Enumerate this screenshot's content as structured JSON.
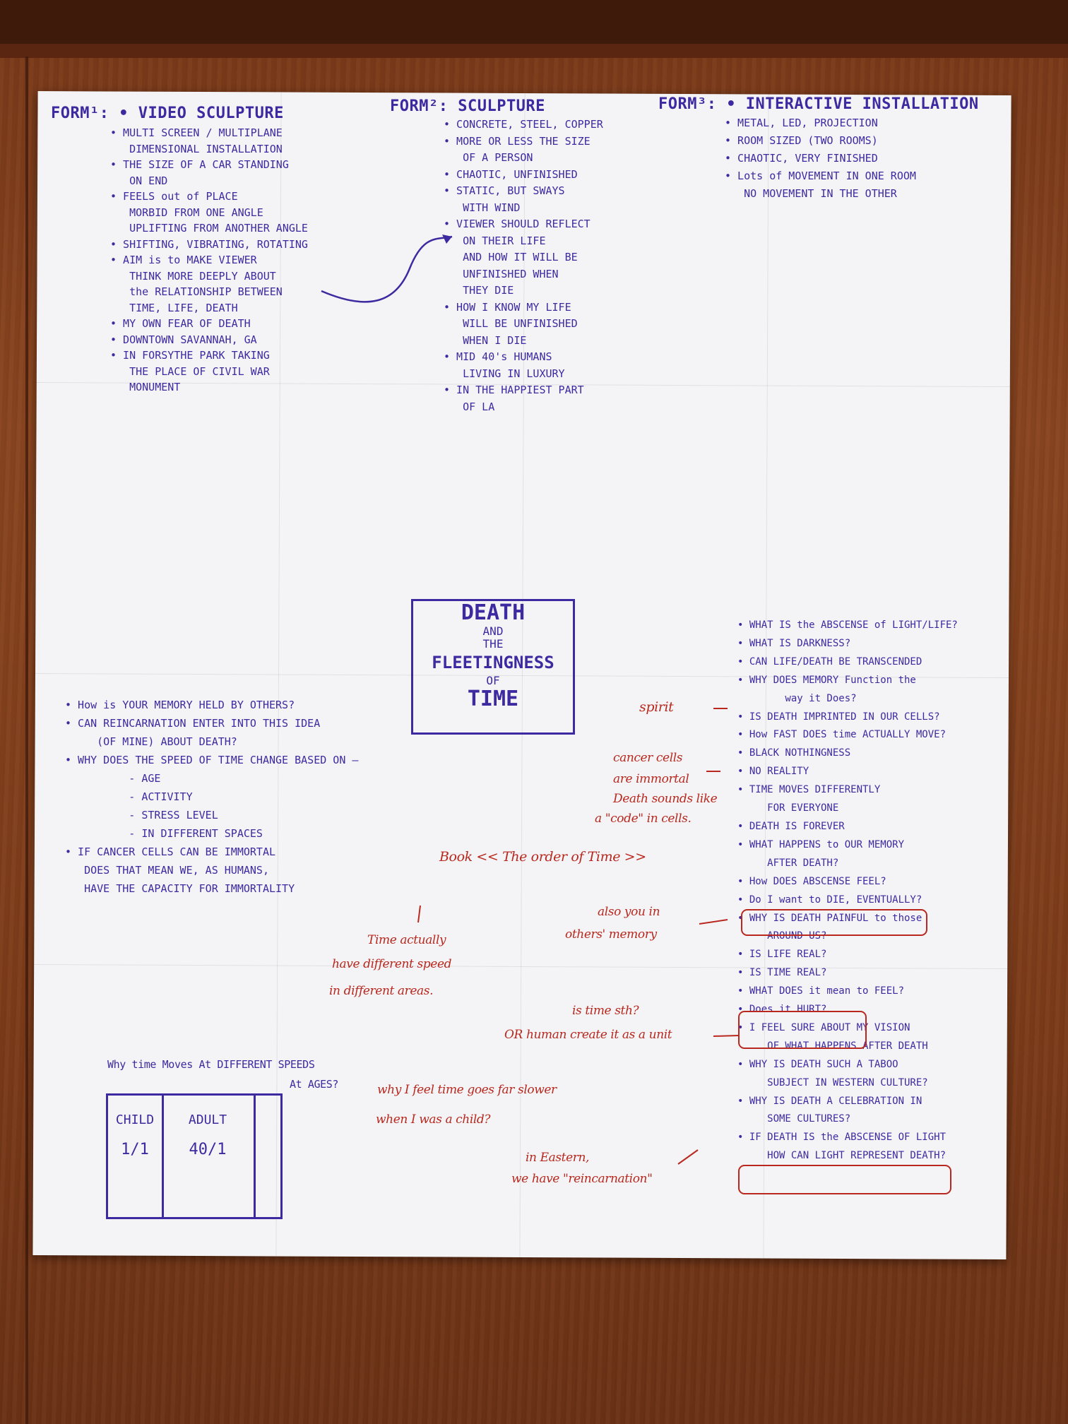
{
  "form1": {
    "heading": "FORM¹: • VIDEO SCULPTURE",
    "lines": [
      "• MULTI SCREEN / MULTIPLANE",
      "   DIMENSIONAL INSTALLATION",
      "• THE SIZE OF A CAR STANDING",
      "   ON END",
      "• FEELS out of PLACE",
      "   MORBID FROM ONE ANGLE",
      "   UPLIFTING FROM ANOTHER ANGLE",
      "• SHIFTING, VIBRATING, ROTATING",
      "• AIM is to MAKE VIEWER",
      "   THINK MORE DEEPLY ABOUT",
      "   the RELATIONSHIP BETWEEN",
      "   TIME, LIFE, DEATH",
      "• MY OWN FEAR OF DEATH",
      "• DOWNTOWN SAVANNAH, GA",
      "• IN FORSYTHE PARK TAKING",
      "   THE PLACE OF CIVIL WAR",
      "   MONUMENT"
    ]
  },
  "form2": {
    "heading": "FORM²: SCULPTURE",
    "lines": [
      "• CONCRETE, STEEL, COPPER",
      "• MORE OR LESS THE SIZE",
      "   OF A PERSON",
      "• CHAOTIC, UNFINISHED",
      "• STATIC, BUT SWAYS",
      "   WITH WIND",
      "• VIEWER SHOULD REFLECT",
      "   ON THEIR LIFE",
      "   AND HOW IT WILL BE",
      "   UNFINISHED WHEN",
      "   THEY DIE",
      "• HOW I KNOW MY LIFE",
      "   WILL BE UNFINISHED",
      "   WHEN I DIE",
      "• MID 40's HUMANS",
      "   LIVING IN LUXURY",
      "• IN THE HAPPIEST PART",
      "   OF LA"
    ]
  },
  "form3": {
    "heading": "FORM³: • INTERACTIVE INSTALLATION",
    "lines": [
      "• METAL, LED, PROJECTION",
      "• ROOM SIZED (TWO ROOMS)",
      "• CHAOTIC, VERY FINISHED",
      "• Lots of MOVEMENT IN ONE ROOM",
      "   NO MOVEMENT IN THE OTHER"
    ]
  },
  "title": {
    "line1": "DEATH",
    "line2": "AND",
    "line3": "THE",
    "line4": "FLEETINGNESS",
    "line5": "OF",
    "line6": "TIME"
  },
  "left_questions": [
    "• How is YOUR MEMORY HELD BY OTHERS?",
    "• CAN REINCARNATION ENTER INTO THIS IDEA",
    "     (OF MINE) ABOUT DEATH?",
    "• WHY DOES THE SPEED OF TIME CHANGE BASED ON —",
    "          - AGE",
    "          - ACTIVITY",
    "          - STRESS LEVEL",
    "          - IN DIFFERENT SPACES",
    "• IF CANCER CELLS CAN BE IMMORTAL",
    "   DOES THAT MEAN WE, AS HUMANS,",
    "   HAVE THE CAPACITY FOR IMMORTALITY"
  ],
  "right_questions": [
    "• WHAT IS the ABSCENSE of LIGHT/LIFE?",
    "• WHAT IS DARKNESS?",
    "• CAN LIFE/DEATH BE TRANSCENDED",
    "• WHY DOES MEMORY Function the",
    "        way it Does?",
    "• IS DEATH IMPRINTED IN OUR CELLS?",
    "• How FAST DOES time ACTUALLY MOVE?",
    "• BLACK NOTHINGNESS",
    "• NO REALITY",
    "• TIME MOVES DIFFERENTLY",
    "     FOR EVERYONE",
    "• DEATH IS FOREVER",
    "• WHAT HAPPENS to OUR MEMORY",
    "     AFTER DEATH?",
    "• How DOES ABSCENSE FEEL?",
    "• Do I want to DIE, EVENTUALLY?",
    "• WHY IS DEATH PAINFUL to those",
    "     AROUND US?",
    "• IS LIFE REAL?",
    "• IS TIME REAL?",
    "• WHAT DOES it mean to FEEL?",
    "• Does it HURT?",
    "• I FEEL SURE ABOUT MY VISION",
    "     OF WHAT HAPPENS AFTER DEATH",
    "• WHY IS DEATH SUCH A TABOO",
    "     SUBJECT IN WESTERN CULTURE?",
    "• WHY IS DEATH A CELEBRATION IN",
    "     SOME CULTURES?",
    "• IF DEATH IS the ABSCENSE OF LIGHT",
    "     HOW CAN LIGHT REPRESENT DEATH?"
  ],
  "red_notes": {
    "spirit": "spirit",
    "cancer1": "cancer cells",
    "cancer2": "are immortal",
    "sounds1": "Death sounds like",
    "sounds2": "a \"code\" in cells.",
    "book": "Book << The order of Time >>",
    "time1": "Time actually",
    "time2": "have different speed",
    "time3": "in different areas.",
    "also1": "also you in",
    "also2": "others' memory",
    "unit1": "is time sth?",
    "unit2": "OR human create it as a unit",
    "slower1": "why I feel time goes far slower",
    "slower2": "when I was a child?",
    "eastern1": "in Eastern,",
    "eastern2": "we have \"reincarnation\""
  },
  "table": {
    "title1": "Why time Moves At DIFFERENT SPEEDS",
    "title2": "At AGES?",
    "child_label": "CHILD",
    "child_value": "1/1",
    "adult_label": "ADULT",
    "adult_value": "40/1"
  },
  "colors": {
    "pen_purple": "#3d2aa0",
    "pen_red": "#b8281e",
    "paper": "#f4f4f6",
    "wood": "#8a4520"
  }
}
